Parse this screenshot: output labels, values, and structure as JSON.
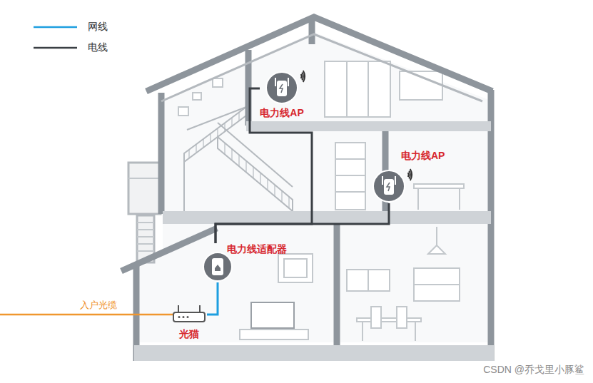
{
  "diagram": {
    "nodes": [
      {
        "text": [
          "电力线AP"
        ]
      },
      {
        "text": [
          "电力线AP"
        ]
      },
      {
        "text": [
          "电力线适配器"
        ]
      },
      {
        "text": [
          "光猫"
        ]
      }
    ],
    "edges": [
      {
        "from": 3,
        "to": 2,
        "arrow": "none"
      },
      {
        "from": 2,
        "to": 0,
        "arrow": "none"
      },
      {
        "from": 2,
        "to": 1,
        "arrow": "none"
      }
    ],
    "labels": [
      "入户光缆",
      "CSDN @乔戈里小豚鲨"
    ],
    "legend": [
      {
        "text": "网线"
      },
      {
        "text": "电线"
      }
    ]
  }
}
